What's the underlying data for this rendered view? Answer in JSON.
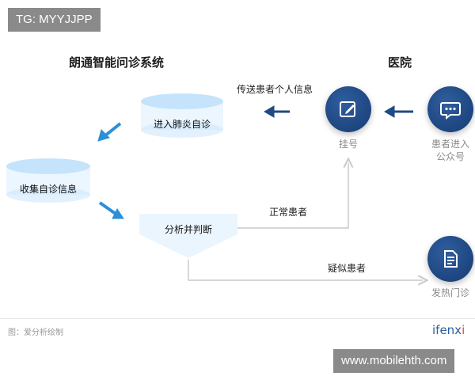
{
  "watermark_top": "TG: MYYJJPP",
  "watermark_bottom": "www.mobilehth.com",
  "headers": {
    "system": "朗通智能问诊系统",
    "hospital": "医院"
  },
  "labels": {
    "send_info": "传送患者个人信息",
    "normal": "正常患者",
    "suspected": "疑似患者"
  },
  "nodes": {
    "lung_self_check": "进入肺炎自诊",
    "collect_info": "收集自诊信息",
    "analyze": "分析并判断",
    "register": "挂号",
    "enter_account_line1": "患者进入",
    "enter_account_line2": "公众号",
    "fever_clinic": "发热门诊"
  },
  "footer": {
    "source": "图：爱分析绘制",
    "brand_main": "ifenx",
    "brand_dot": "i"
  },
  "icons": {
    "register": "edit-icon",
    "account": "chat-icon",
    "fever": "document-icon"
  },
  "colors": {
    "node_blue": "#1f4a86",
    "arrow_blue": "#2d8fd6",
    "line_gray": "#c8c8c8"
  }
}
